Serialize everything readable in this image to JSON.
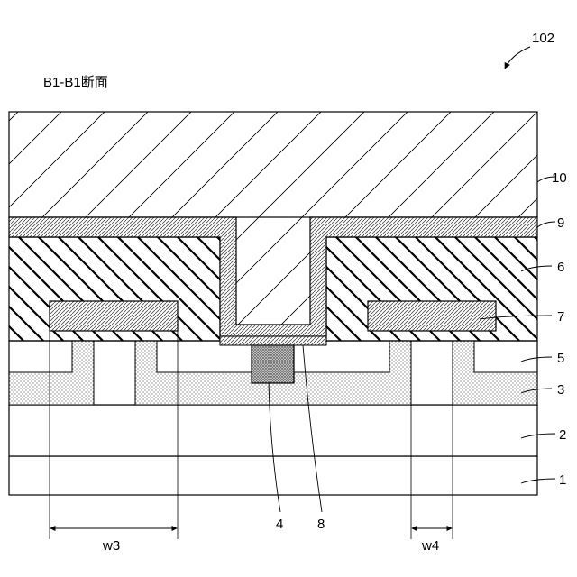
{
  "figure": {
    "number": "102",
    "section_title": "B1-B1断面"
  },
  "labels": {
    "layer_1": "1",
    "layer_2": "2",
    "layer_3": "3",
    "element_4": "4",
    "layer_5": "5",
    "layer_6": "6",
    "element_7": "7",
    "element_8": "8",
    "layer_9": "9",
    "layer_10": "10"
  },
  "dimensions": {
    "w3": "w3",
    "w4": "w4"
  }
}
